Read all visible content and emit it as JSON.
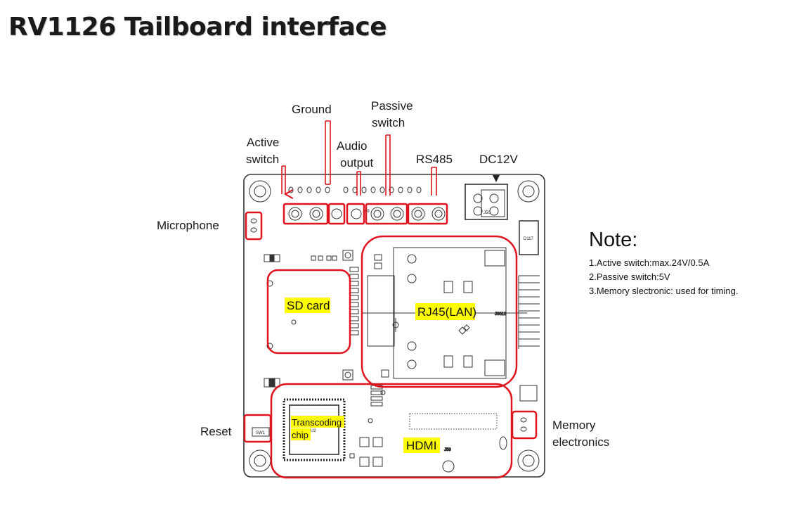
{
  "title": "RV1126 Tailboard interface",
  "labels": {
    "ground": "Ground",
    "passive_switch_1": "Passive",
    "passive_switch_2": "switch",
    "active_switch_1": "Active",
    "active_switch_2": "switch",
    "audio_output_1": "Audio",
    "audio_output_2": "output",
    "rs485": "RS485",
    "dc12v": "DC12V",
    "microphone": "Microphone",
    "reset": "Reset",
    "memory_electronics_1": "Memory",
    "memory_electronics_2": "electronics"
  },
  "highlights": {
    "sd_card": "SD card",
    "rj45": "RJ45(LAN)",
    "transcoding_1": "Transcoding",
    "transcoding_2": "chip",
    "hdmi": "HDMI"
  },
  "silkscreen": {
    "d117": "D117",
    "j50": "J50",
    "j6010": "J6010",
    "j59": "J59",
    "sw1": "SW1",
    "u2": "U2",
    "j69": "J69"
  },
  "note": {
    "title": "Note:",
    "lines": [
      "1.Active switch:max.24V/0.5A",
      "2.Passive switch:5V",
      "3.Memory slectronic: used for timing."
    ]
  },
  "colors": {
    "callout": "#e0141e",
    "highlight": "#ffff00",
    "board_line": "#333333"
  }
}
